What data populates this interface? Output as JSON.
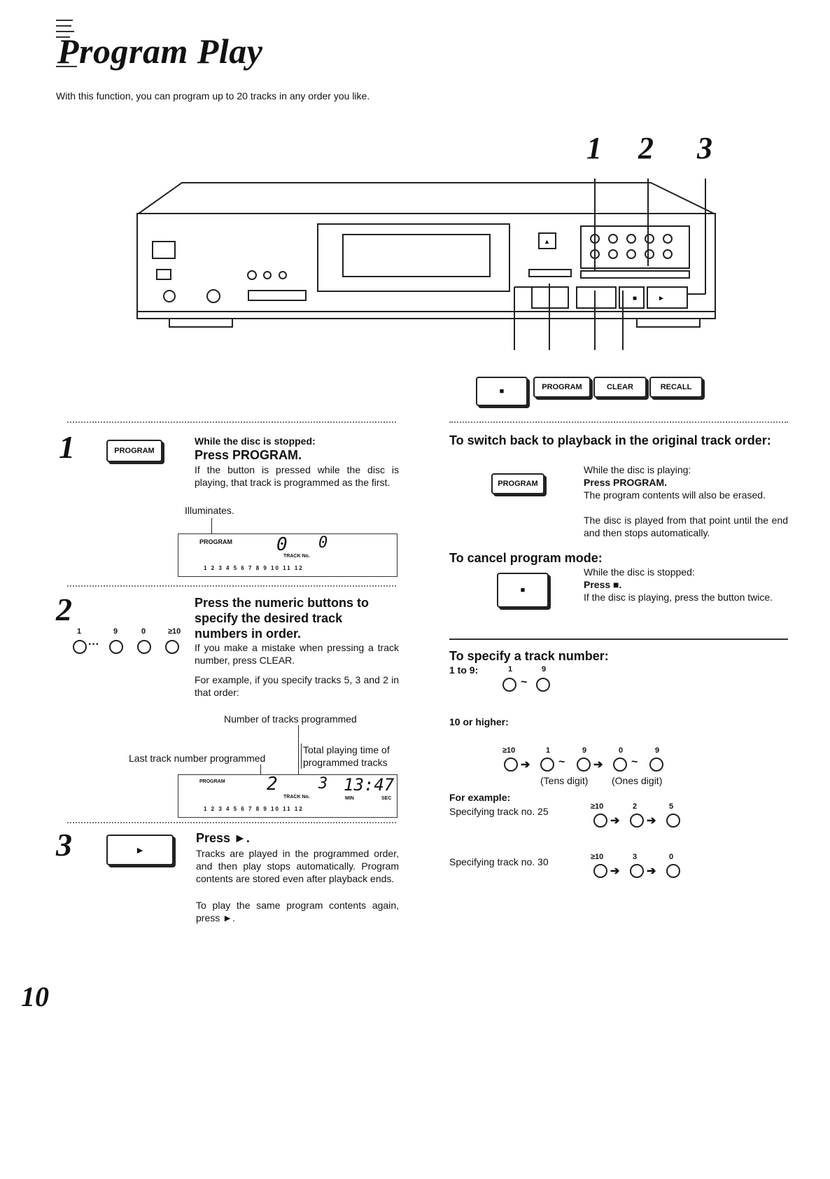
{
  "page": {
    "title": "Program Play",
    "intro": "With this function, you can program up to 20 tracks in any order you like.",
    "page_number": "10"
  },
  "diagram": {
    "callouts": [
      "1",
      "2",
      "3"
    ],
    "buttons": {
      "stop": "■",
      "program": "PROGRAM",
      "clear": "CLEAR",
      "recall": "RECALL"
    }
  },
  "step1": {
    "num": "1",
    "button": "PROGRAM",
    "condition": "While the disc is stopped:",
    "action": "Press PROGRAM.",
    "note": "If the button is pressed while the disc is playing, that track is programmed as the first.",
    "illuminates": "Illuminates.",
    "display": {
      "indicator": "PROGRAM",
      "digits": "0",
      "digits2": "0",
      "track_label": "TRACK No.",
      "track_row": "1 2 3 4 5 6 7 8 9 10 11 12"
    }
  },
  "step2": {
    "num": "2",
    "keys": [
      "1",
      "9",
      "0",
      "≥10"
    ],
    "action": "Press the numeric buttons to specify the desired track numbers in order.",
    "note": "If you make a mistake when pressing a track number, press CLEAR.",
    "example": "For example, if you specify tracks 5, 3 and 2 in that order:",
    "label_count": "Number of tracks programmed",
    "label_last": "Last track number programmed",
    "label_total": "Total playing time of programmed tracks",
    "display": {
      "indicator": "PROGRAM",
      "count": "2",
      "last": "3",
      "time": "13:47",
      "track_label": "TRACK No.",
      "min": "MIN",
      "sec": "SEC",
      "track_row": "1 2 3 4 5 6 7 8 9 10 11 12"
    }
  },
  "step3": {
    "num": "3",
    "button": "►",
    "action": "Press ►.",
    "note": "Tracks are played in the programmed order, and then play stops automatically. Program contents are stored even after playback ends.",
    "note2": "To play the same program contents again, press ►."
  },
  "switch_back": {
    "heading": "To switch back to playback in the original track order:",
    "button": "PROGRAM",
    "condition": "While the disc is playing:",
    "action": "Press PROGRAM.",
    "note": "The program contents will also be erased.",
    "note2": "The disc is played from that point until the end and then stops automatically."
  },
  "cancel": {
    "heading": "To cancel program mode:",
    "button": "■",
    "condition": "While the disc is stopped:",
    "action": "Press ■.",
    "note": "If the disc is playing, press the button twice."
  },
  "specify": {
    "heading": "To specify a track number:",
    "range1": "1 to 9:",
    "range1_keys": [
      "1",
      "9"
    ],
    "range2": "10 or higher:",
    "range2_keys": [
      "≥10",
      "1",
      "9",
      "0",
      "9"
    ],
    "tens": "(Tens digit)",
    "ones": "(Ones digit)",
    "example_label": "For example:",
    "ex1_label": "Specifying track no. 25",
    "ex1_keys": [
      "≥10",
      "2",
      "5"
    ],
    "ex2_label": "Specifying track no. 30",
    "ex2_keys": [
      "≥10",
      "3",
      "0"
    ]
  }
}
